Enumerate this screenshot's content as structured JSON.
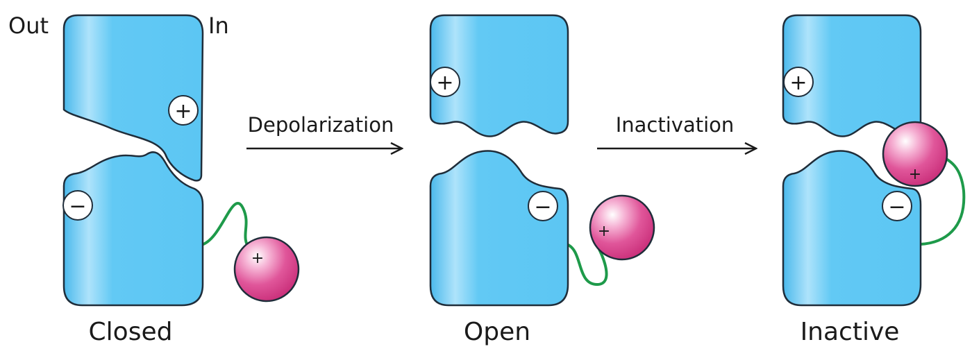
{
  "labels": {
    "out": "Out",
    "in": "In"
  },
  "arrows": [
    {
      "label": "Depolarization"
    },
    {
      "label": "Inactivation"
    }
  ],
  "states": [
    {
      "label": "Closed",
      "top_charge": "+",
      "bottom_charge": "−",
      "ball_charge": "+"
    },
    {
      "label": "Open",
      "top_charge": "+",
      "bottom_charge": "−",
      "ball_charge": "+"
    },
    {
      "label": "Inactive",
      "top_charge": "+",
      "bottom_charge": "−",
      "ball_charge": "+"
    }
  ],
  "colors": {
    "channel_fill": "#5cc8f5",
    "channel_highlight": "#bfeafd",
    "channel_stroke": "#1f2d3a",
    "ball_fill": "#e0458f",
    "ball_highlight": "#ffffff",
    "tether": "#1e9a4a",
    "arrow": "#1a1a1a"
  }
}
